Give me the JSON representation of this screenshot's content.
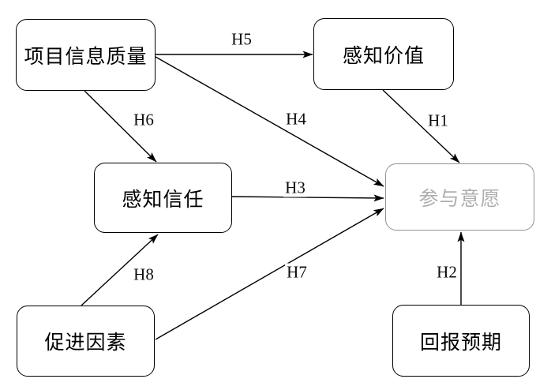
{
  "diagram": {
    "title": "crowdfunding participation hypothesis model",
    "nodes": [
      {
        "id": "project-info-quality",
        "label": "项目信息质量",
        "muted": false
      },
      {
        "id": "perceived-value",
        "label": "感知价值",
        "muted": false
      },
      {
        "id": "perceived-trust",
        "label": "感知信任",
        "muted": false
      },
      {
        "id": "participation-willingness",
        "label": "参与意愿",
        "muted": true
      },
      {
        "id": "facilitating-factors",
        "label": "促进因素",
        "muted": false
      },
      {
        "id": "reward-expectation",
        "label": "回报预期",
        "muted": false
      }
    ],
    "edges": [
      {
        "label": "H1",
        "from": "perceived-value",
        "to": "participation-willingness"
      },
      {
        "label": "H2",
        "from": "reward-expectation",
        "to": "participation-willingness"
      },
      {
        "label": "H3",
        "from": "perceived-trust",
        "to": "participation-willingness"
      },
      {
        "label": "H4",
        "from": "project-info-quality",
        "to": "participation-willingness"
      },
      {
        "label": "H5",
        "from": "project-info-quality",
        "to": "perceived-value"
      },
      {
        "label": "H6",
        "from": "project-info-quality",
        "to": "perceived-trust"
      },
      {
        "label": "H7",
        "from": "facilitating-factors",
        "to": "participation-willingness"
      },
      {
        "label": "H8",
        "from": "facilitating-factors",
        "to": "perceived-trust"
      }
    ],
    "colors": {
      "background": "#ffffff",
      "node_border": "#000000",
      "node_text": "#000000",
      "muted_node_border": "#919191",
      "muted_node_text": "#aeaeae",
      "arrow": "#000000"
    }
  }
}
